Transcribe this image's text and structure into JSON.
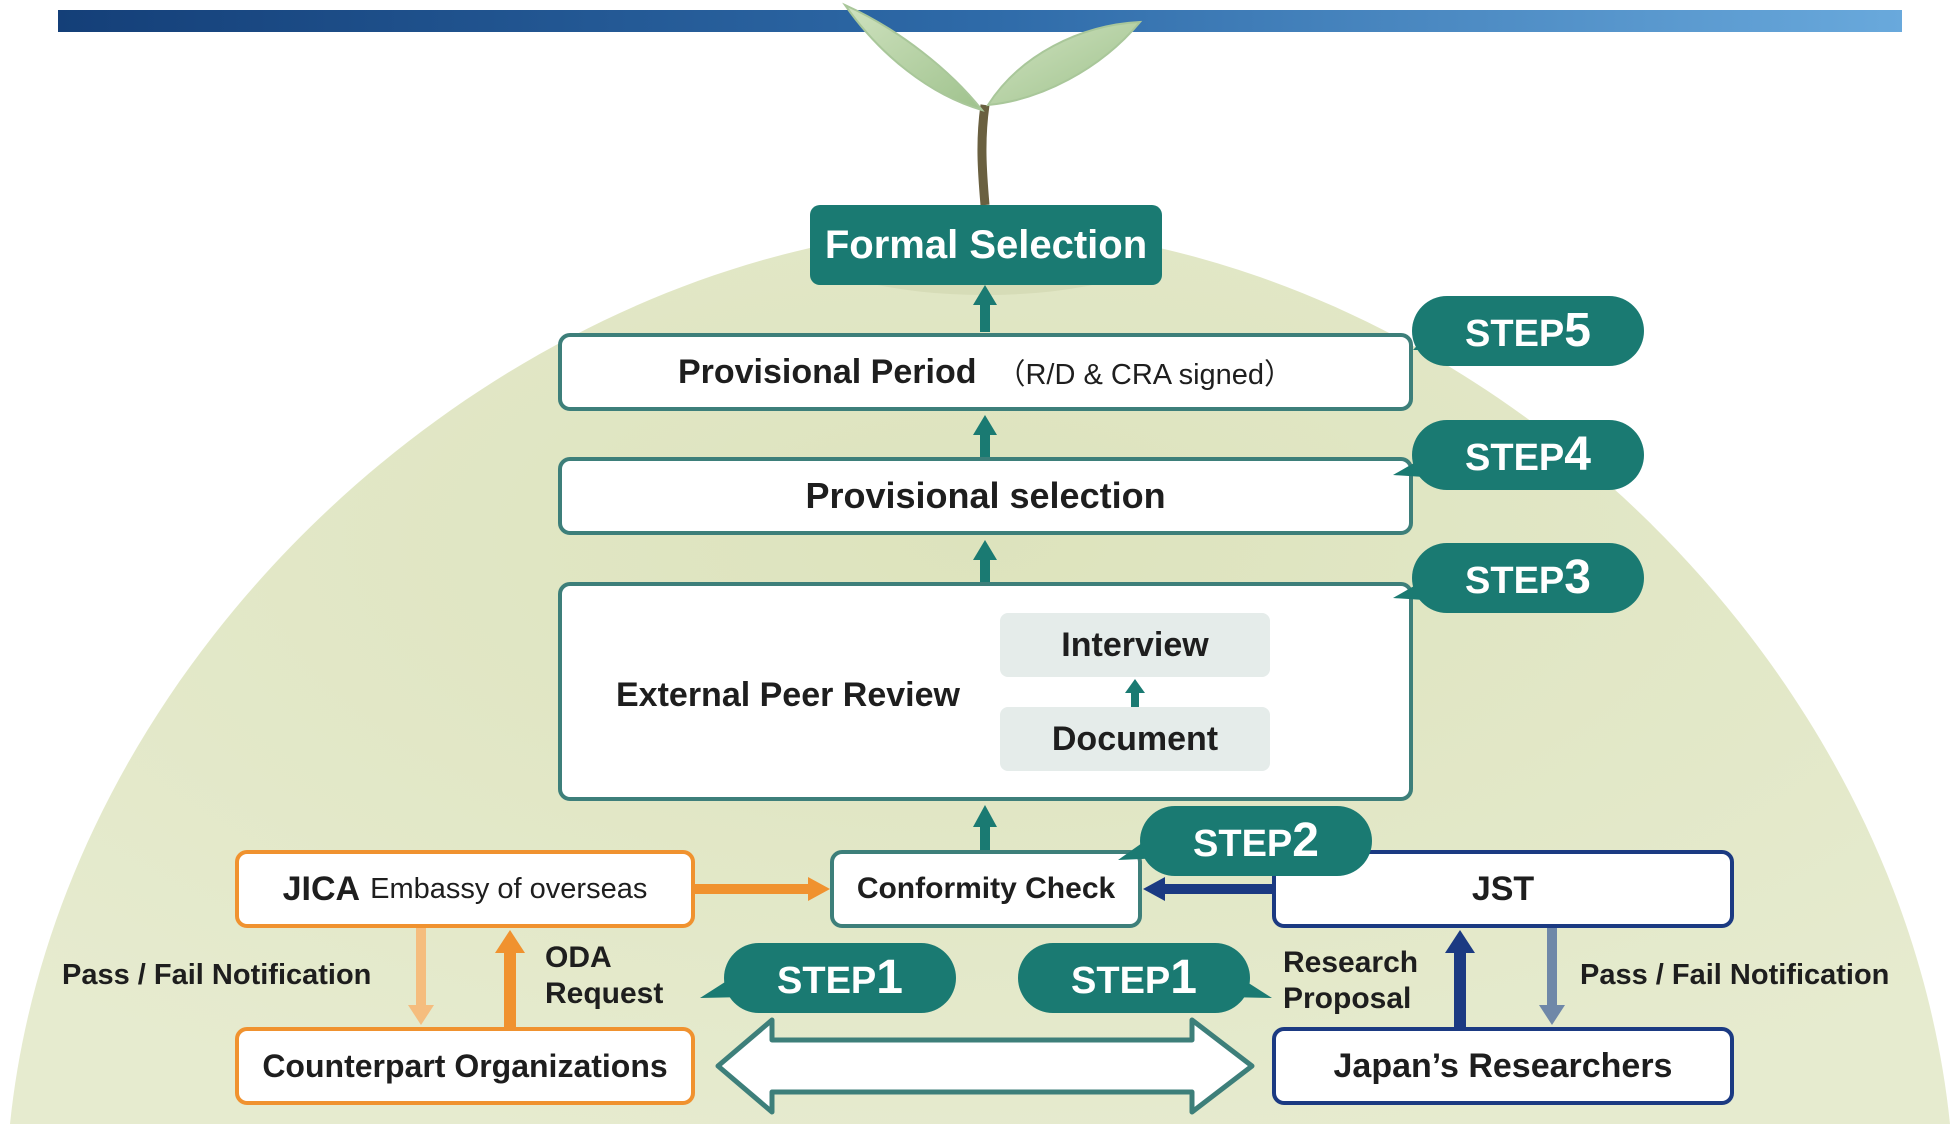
{
  "diagram": {
    "formal_selection": "Formal Selection",
    "step5": {
      "prefix": "STEP",
      "num": "5",
      "title": "Provisional Period",
      "note": "（R/D & CRA signed）"
    },
    "step4": {
      "prefix": "STEP",
      "num": "4",
      "title": "Provisional selection"
    },
    "step3": {
      "prefix": "STEP",
      "num": "3",
      "title": "External Peer Review",
      "sub_top": "Interview",
      "sub_bottom": "Document"
    },
    "step2": {
      "prefix": "STEP",
      "num": "2",
      "title": "Conformity Check"
    },
    "step1_left": {
      "prefix": "STEP",
      "num": "1"
    },
    "step1_right": {
      "prefix": "STEP",
      "num": "1"
    },
    "jica": {
      "bold": "JICA",
      "rest": "Embassy of overseas"
    },
    "jst": "JST",
    "counterpart": "Counterpart Organizations",
    "researchers": "Japan’s Researchers",
    "left_notification": "Pass / Fail Notification",
    "right_notification": "Pass / Fail Notification",
    "oda_request": [
      "ODA",
      "Request"
    ],
    "research_proposal": [
      "Research",
      "Proposal"
    ]
  },
  "colors": {
    "teal": "#1a7a72",
    "teal_border": "#3d7f7a",
    "orange": "#f0922f",
    "orange_light": "#f5bd7e",
    "navy": "#1b3a82",
    "slate": "#6f88a8",
    "hill": "#e3e8c6",
    "top_bar_start": "#143f78",
    "top_bar_end": "#69a9dc"
  }
}
